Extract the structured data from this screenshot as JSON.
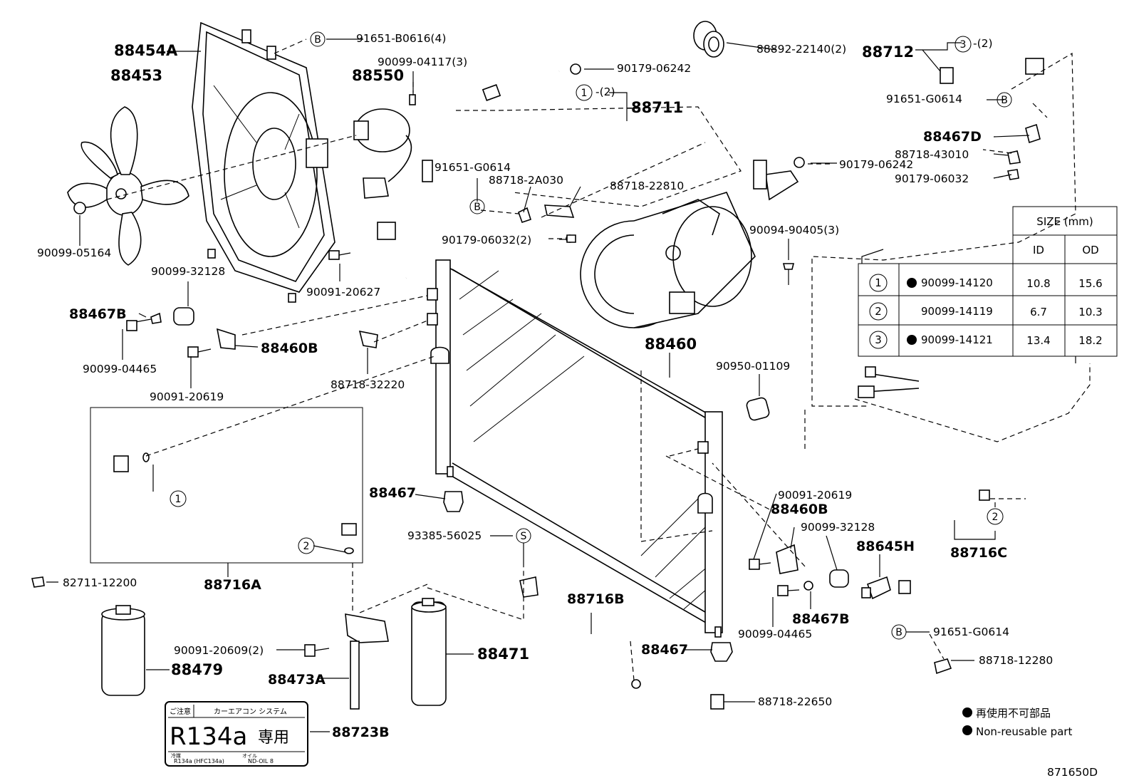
{
  "labels": {
    "l88454A": "88454A",
    "l88453": "88453",
    "l91651B0616": "91651-B0616(4)",
    "l90099_04117": "90099-04117(3)",
    "l88550": "88550",
    "l90179_06242a": "90179-06242",
    "l88711": "88711",
    "l1_2a": "-(2)",
    "l88892": "88892-22140(2)",
    "l88712": "88712",
    "l3_2": "-(2)",
    "l91651G0614a": "91651-G0614",
    "l88467D": "88467D",
    "l88718_43010": "88718-43010",
    "l90179_06242b": "90179-06242",
    "l90179_06032": "90179-06032",
    "l91651G0614b": "91651-G0614",
    "l88718_2A030": "88718-2A030",
    "l88718_22810": "88718-22810",
    "l90179_06032_2": "90179-06032(2)",
    "l90094_90405": "90094-90405(3)",
    "l90099_05164": "90099-05164",
    "l90099_32128a": "90099-32128",
    "l90091_20627": "90091-20627",
    "l88467B_a": "88467B",
    "l88460B_a": "88460B",
    "l90099_04465a": "90099-04465",
    "l90091_20619a": "90091-20619",
    "l88718_32220": "88718-32220",
    "l88460": "88460",
    "l90950_01109": "90950-01109",
    "l88716A": "88716A",
    "l88467_a": "88467",
    "l93385_56025": "93385-56025",
    "l90091_20619b": "90091-20619",
    "l88460B_b": "88460B",
    "l90099_32128b": "90099-32128",
    "l88645H": "88645H",
    "l88716C": "88716C",
    "l82711_12200": "82711-12200",
    "l88716B": "88716B",
    "l90099_04465b": "90099-04465",
    "l88467B_b": "88467B",
    "l88479": "88479",
    "l90091_20609": "90091-20609(2)",
    "l88471": "88471",
    "l88467_b": "88467",
    "l91651G0614c": "91651-G0614",
    "l88718_12280": "88718-12280",
    "l88473A": "88473A",
    "l88718_22650": "88718-22650",
    "l88723B": "88723B",
    "code": "871650D"
  },
  "circles": {
    "B": "B",
    "S": "S",
    "one": "1",
    "two": "2",
    "three": "3"
  },
  "size_table": {
    "title": "SIZE (mm)",
    "col_id": "ID",
    "col_od": "OD",
    "rows": [
      {
        "num": "1",
        "reusable": false,
        "part": "90099-14120",
        "id": "10.8",
        "od": "15.6"
      },
      {
        "num": "2",
        "reusable": true,
        "part": "90099-14119",
        "id": "6.7",
        "od": "10.3"
      },
      {
        "num": "3",
        "reusable": false,
        "part": "90099-14121",
        "id": "13.4",
        "od": "18.2"
      }
    ]
  },
  "legend": {
    "jp": "再使用不可部品",
    "en": "Non-reusable part"
  },
  "label_plate": {
    "header_left": "ご注意",
    "header_right": "カーエアコン システム",
    "main_left": "R134a",
    "main_right": "専用",
    "foot1": "冷媒",
    "foot2": "R134a (HFC134a)",
    "foot3": "オイル",
    "foot4": "ND-OIL 8"
  }
}
